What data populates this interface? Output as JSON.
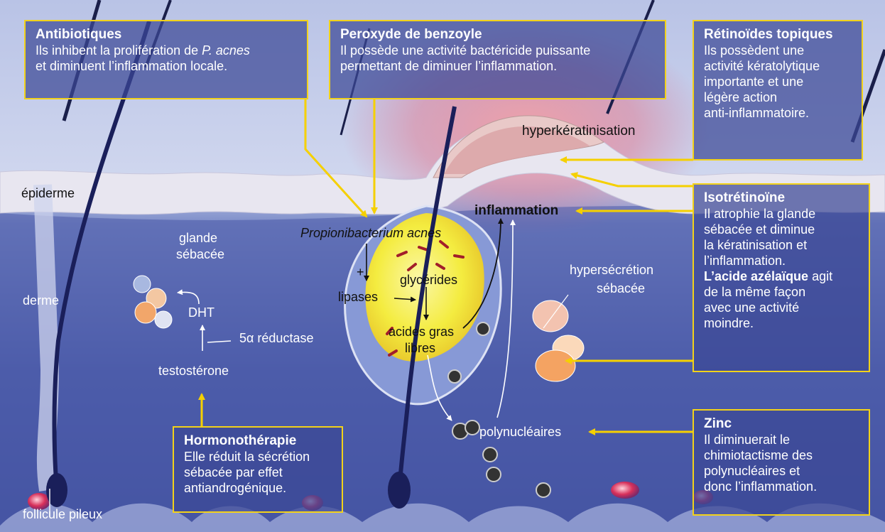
{
  "boxes": {
    "antibiotiques": {
      "title": "Antibiotiques",
      "text_a": "Ils inhibent la prolifération de ",
      "text_italic": "P. acnes",
      "text_b": "et diminuent l’inflammation locale."
    },
    "peroxyde": {
      "title": "Peroxyde de benzoyle",
      "text_a": "Il possède une activité bactéricide puissante",
      "text_b": "permettant de diminuer l’inflammation."
    },
    "retinoides": {
      "title": "Rétinoïdes topiques",
      "lines": [
        "Ils possèdent une",
        "activité kératolytique",
        "importante et une",
        "légère action",
        "anti-inflammatoire."
      ]
    },
    "isotretinoine": {
      "title": "Isotrétinoïne",
      "lines": [
        "Il atrophie  la glande",
        "sébacée et diminue",
        "la kératinisation et",
        "l’inflammation."
      ],
      "azelaic_bold": "L’acide azélaïque",
      "azelaic_rest": " agit",
      "lines2": [
        "de la même façon",
        "avec une activité",
        "moindre."
      ]
    },
    "zinc": {
      "title": "Zinc",
      "lines": [
        "Il diminuerait le",
        "chimiotactisme des",
        "polynucléaires et",
        "donc l’inflammation."
      ]
    },
    "hormonotherapie": {
      "title": "Hormonothérapie",
      "lines": [
        "Elle réduit la sécrétion",
        "sébacée par effet",
        "antiandrogénique."
      ]
    }
  },
  "labels": {
    "hyperkeratinisation": "hyperkératinisation",
    "epiderme": "épiderme",
    "derme": "derme",
    "glande_1": "glande",
    "glande_2": "sébacée",
    "dht": "DHT",
    "reductase": "5α réductase",
    "testosterone": "testostérone",
    "follicule": "follicule pileux",
    "propionibacterium": "Propionibacterium acnes",
    "plus": "+",
    "lipases": "lipases",
    "glycerides": "glycérides",
    "acides_1": "acides gras",
    "acides_2": "libres",
    "inflammation": "inflammation",
    "hypersecretion_1": "hypersécrétion",
    "hypersecretion_2": "sébacée",
    "polynucleaires": "polynucléaires"
  },
  "colors": {
    "arrow": "#f5d000",
    "box_border": "#f2d21a",
    "box_fill": "#3c4896",
    "sebum": "#f4ec40",
    "skin": "#e8e6f0"
  }
}
